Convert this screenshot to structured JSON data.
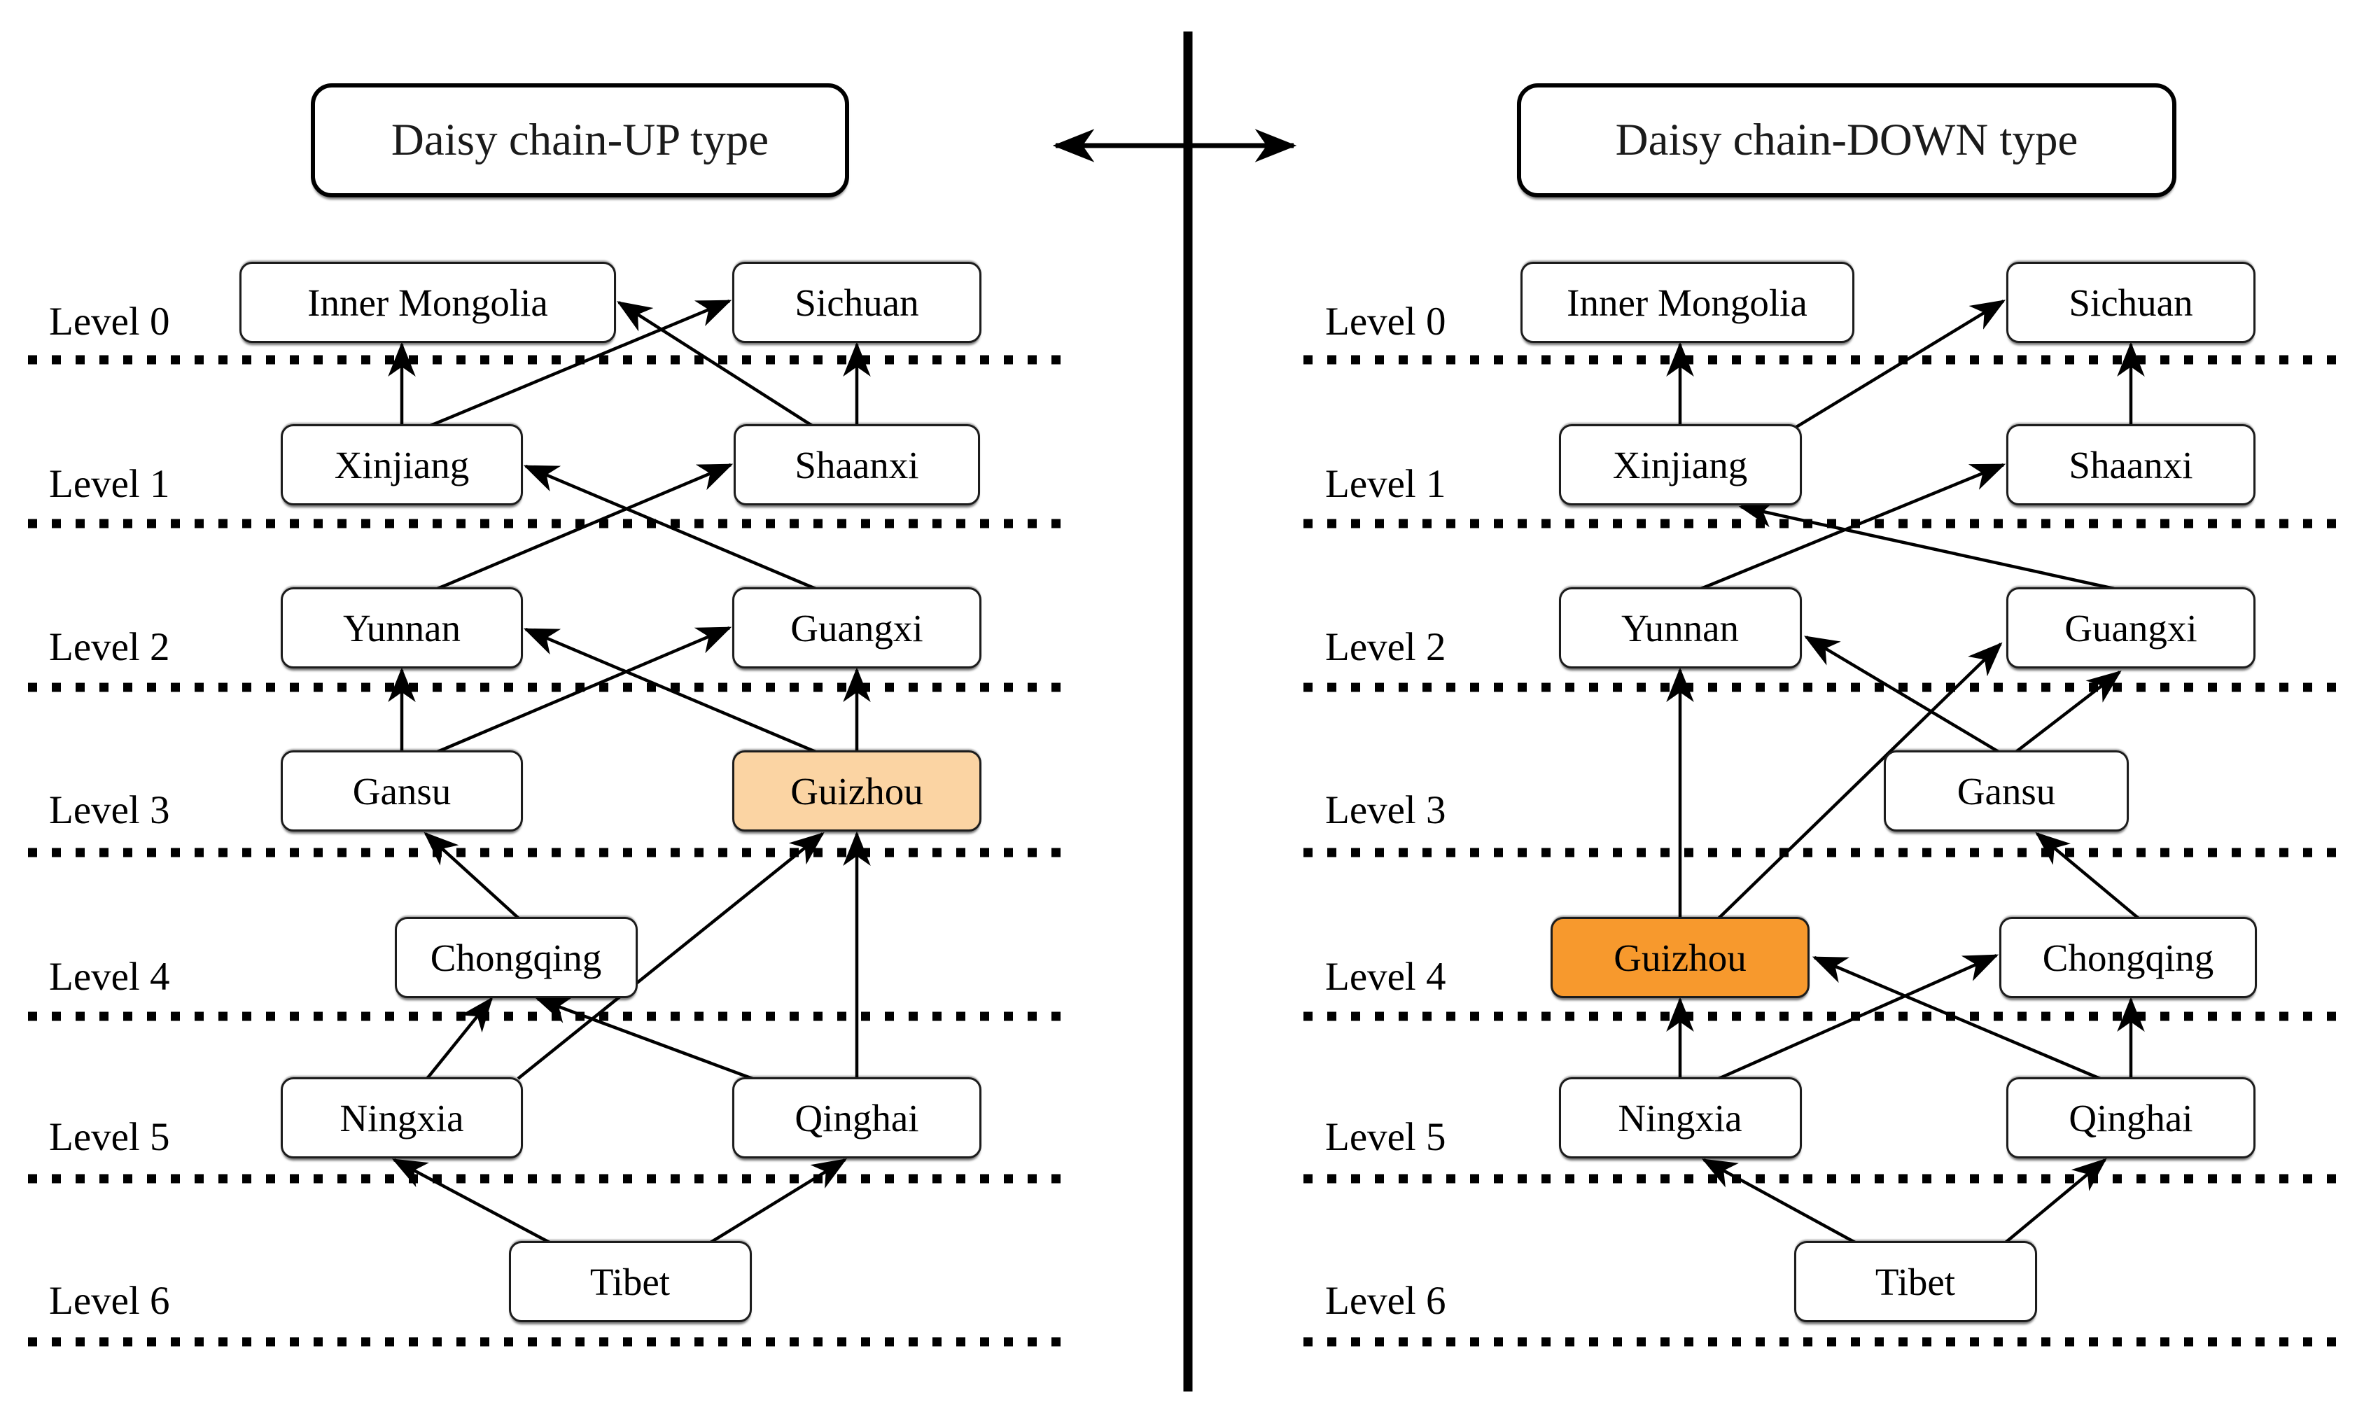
{
  "titles": {
    "up": "Daisy chain-UP type",
    "down": "Daisy chain-DOWN type"
  },
  "level_labels": [
    "Level 0",
    "Level 1",
    "Level 2",
    "Level 3",
    "Level 4",
    "Level 5",
    "Level 6"
  ],
  "icons": {
    "center_connector": "left-right-double-arrow"
  },
  "colors": {
    "line": "#000000",
    "node_fill": "#ffffff",
    "node_border": "#1c1c1c",
    "highlight_up": "#FBD4A3",
    "highlight_down": "#F7992D"
  },
  "diagrams": {
    "up": {
      "title": "Daisy chain-UP type",
      "nodes": [
        {
          "id": "inner-mongolia",
          "label": "Inner Mongolia",
          "level": 0,
          "highlight": false
        },
        {
          "id": "sichuan",
          "label": "Sichuan",
          "level": 0,
          "highlight": false
        },
        {
          "id": "xinjiang",
          "label": "Xinjiang",
          "level": 1,
          "highlight": false
        },
        {
          "id": "shaanxi",
          "label": "Shaanxi",
          "level": 1,
          "highlight": false
        },
        {
          "id": "yunnan",
          "label": "Yunnan",
          "level": 2,
          "highlight": false
        },
        {
          "id": "guangxi",
          "label": "Guangxi",
          "level": 2,
          "highlight": false
        },
        {
          "id": "gansu",
          "label": "Gansu",
          "level": 3,
          "highlight": false
        },
        {
          "id": "guizhou",
          "label": "Guizhou",
          "level": 3,
          "highlight": true
        },
        {
          "id": "chongqing",
          "label": "Chongqing",
          "level": 4,
          "highlight": false
        },
        {
          "id": "ningxia",
          "label": "Ningxia",
          "level": 5,
          "highlight": false
        },
        {
          "id": "qinghai",
          "label": "Qinghai",
          "level": 5,
          "highlight": false
        },
        {
          "id": "tibet",
          "label": "Tibet",
          "level": 6,
          "highlight": false
        }
      ],
      "edges": [
        {
          "from": "xinjiang",
          "to": "inner-mongolia"
        },
        {
          "from": "xinjiang",
          "to": "sichuan"
        },
        {
          "from": "shaanxi",
          "to": "sichuan"
        },
        {
          "from": "shaanxi",
          "to": "inner-mongolia"
        },
        {
          "from": "yunnan",
          "to": "shaanxi"
        },
        {
          "from": "guangxi",
          "to": "xinjiang"
        },
        {
          "from": "gansu",
          "to": "yunnan"
        },
        {
          "from": "gansu",
          "to": "guangxi"
        },
        {
          "from": "guizhou",
          "to": "yunnan"
        },
        {
          "from": "guizhou",
          "to": "guangxi"
        },
        {
          "from": "chongqing",
          "to": "gansu"
        },
        {
          "from": "ningxia",
          "to": "chongqing"
        },
        {
          "from": "qinghai",
          "to": "chongqing"
        },
        {
          "from": "ningxia",
          "to": "guizhou"
        },
        {
          "from": "qinghai",
          "to": "guizhou"
        },
        {
          "from": "tibet",
          "to": "ningxia"
        },
        {
          "from": "tibet",
          "to": "qinghai"
        }
      ]
    },
    "down": {
      "title": "Daisy chain-DOWN type",
      "nodes": [
        {
          "id": "inner-mongolia",
          "label": "Inner Mongolia",
          "level": 0,
          "highlight": false
        },
        {
          "id": "sichuan",
          "label": "Sichuan",
          "level": 0,
          "highlight": false
        },
        {
          "id": "xinjiang",
          "label": "Xinjiang",
          "level": 1,
          "highlight": false
        },
        {
          "id": "shaanxi",
          "label": "Shaanxi",
          "level": 1,
          "highlight": false
        },
        {
          "id": "yunnan",
          "label": "Yunnan",
          "level": 2,
          "highlight": false
        },
        {
          "id": "guangxi",
          "label": "Guangxi",
          "level": 2,
          "highlight": false
        },
        {
          "id": "gansu",
          "label": "Gansu",
          "level": 3,
          "highlight": false
        },
        {
          "id": "guizhou",
          "label": "Guizhou",
          "level": 4,
          "highlight": true
        },
        {
          "id": "chongqing",
          "label": "Chongqing",
          "level": 4,
          "highlight": false
        },
        {
          "id": "ningxia",
          "label": "Ningxia",
          "level": 5,
          "highlight": false
        },
        {
          "id": "qinghai",
          "label": "Qinghai",
          "level": 5,
          "highlight": false
        },
        {
          "id": "tibet",
          "label": "Tibet",
          "level": 6,
          "highlight": false
        }
      ],
      "edges": [
        {
          "from": "xinjiang",
          "to": "inner-mongolia"
        },
        {
          "from": "xinjiang",
          "to": "sichuan"
        },
        {
          "from": "shaanxi",
          "to": "sichuan"
        },
        {
          "from": "yunnan",
          "to": "shaanxi"
        },
        {
          "from": "guangxi",
          "to": "xinjiang"
        },
        {
          "from": "guizhou",
          "to": "yunnan"
        },
        {
          "from": "guizhou",
          "to": "guangxi"
        },
        {
          "from": "gansu",
          "to": "yunnan"
        },
        {
          "from": "gansu",
          "to": "guangxi"
        },
        {
          "from": "chongqing",
          "to": "gansu"
        },
        {
          "from": "ningxia",
          "to": "guizhou"
        },
        {
          "from": "ningxia",
          "to": "chongqing"
        },
        {
          "from": "qinghai",
          "to": "guizhou"
        },
        {
          "from": "qinghai",
          "to": "chongqing"
        },
        {
          "from": "tibet",
          "to": "ningxia"
        },
        {
          "from": "tibet",
          "to": "qinghai"
        }
      ]
    }
  }
}
